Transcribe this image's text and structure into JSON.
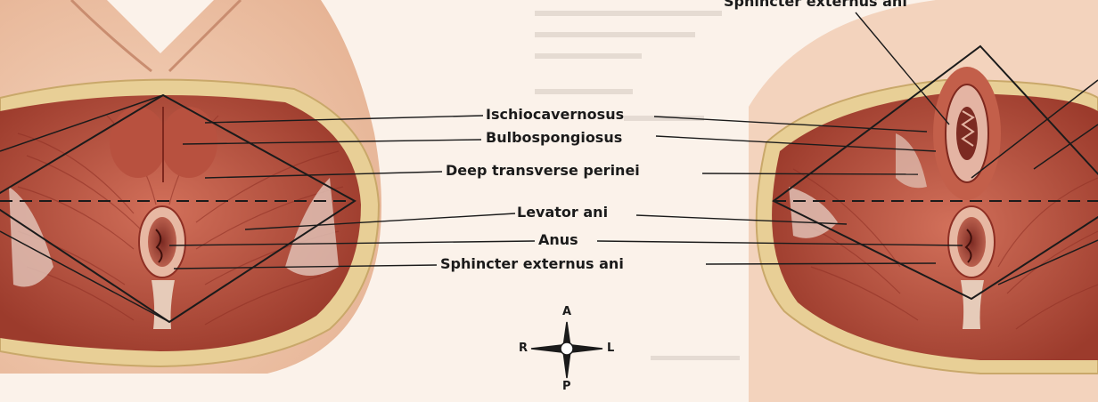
{
  "labels": {
    "top_right": "Sphincter externus ani",
    "ischiocavernosus": "Ischiocavernosus",
    "bulbospongiosus": "Bulbospongiosus",
    "deep_transverse": "Deep transverse perinei",
    "levator_ani": "Levator ani",
    "anus": "Anus",
    "sphincter_externus": "Sphincter externus ani"
  },
  "compass": {
    "anterior": "A",
    "posterior": "P",
    "right": "R",
    "left": "L"
  },
  "colors": {
    "skin": "#f0c9ad",
    "muscle": "#c25a48",
    "muscle_dark": "#8e2f24",
    "fat": "#e8d09a",
    "line": "#1b1b1b",
    "background": "#fbf2ea"
  }
}
